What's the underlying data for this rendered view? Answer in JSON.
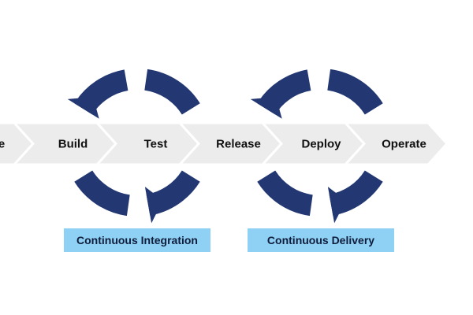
{
  "stages": [
    "Code",
    "Build",
    "Test",
    "Release",
    "Deploy",
    "Operate"
  ],
  "cycles": [
    {
      "label": "Continuous Integration"
    },
    {
      "label": "Continuous Delivery"
    }
  ],
  "colors": {
    "chevron_fill": "#ececec",
    "chevron_edge": "#ffffff",
    "loop_arrow": "#233873",
    "badge_fill": "#8fd0f5",
    "label_text": "#111111"
  }
}
